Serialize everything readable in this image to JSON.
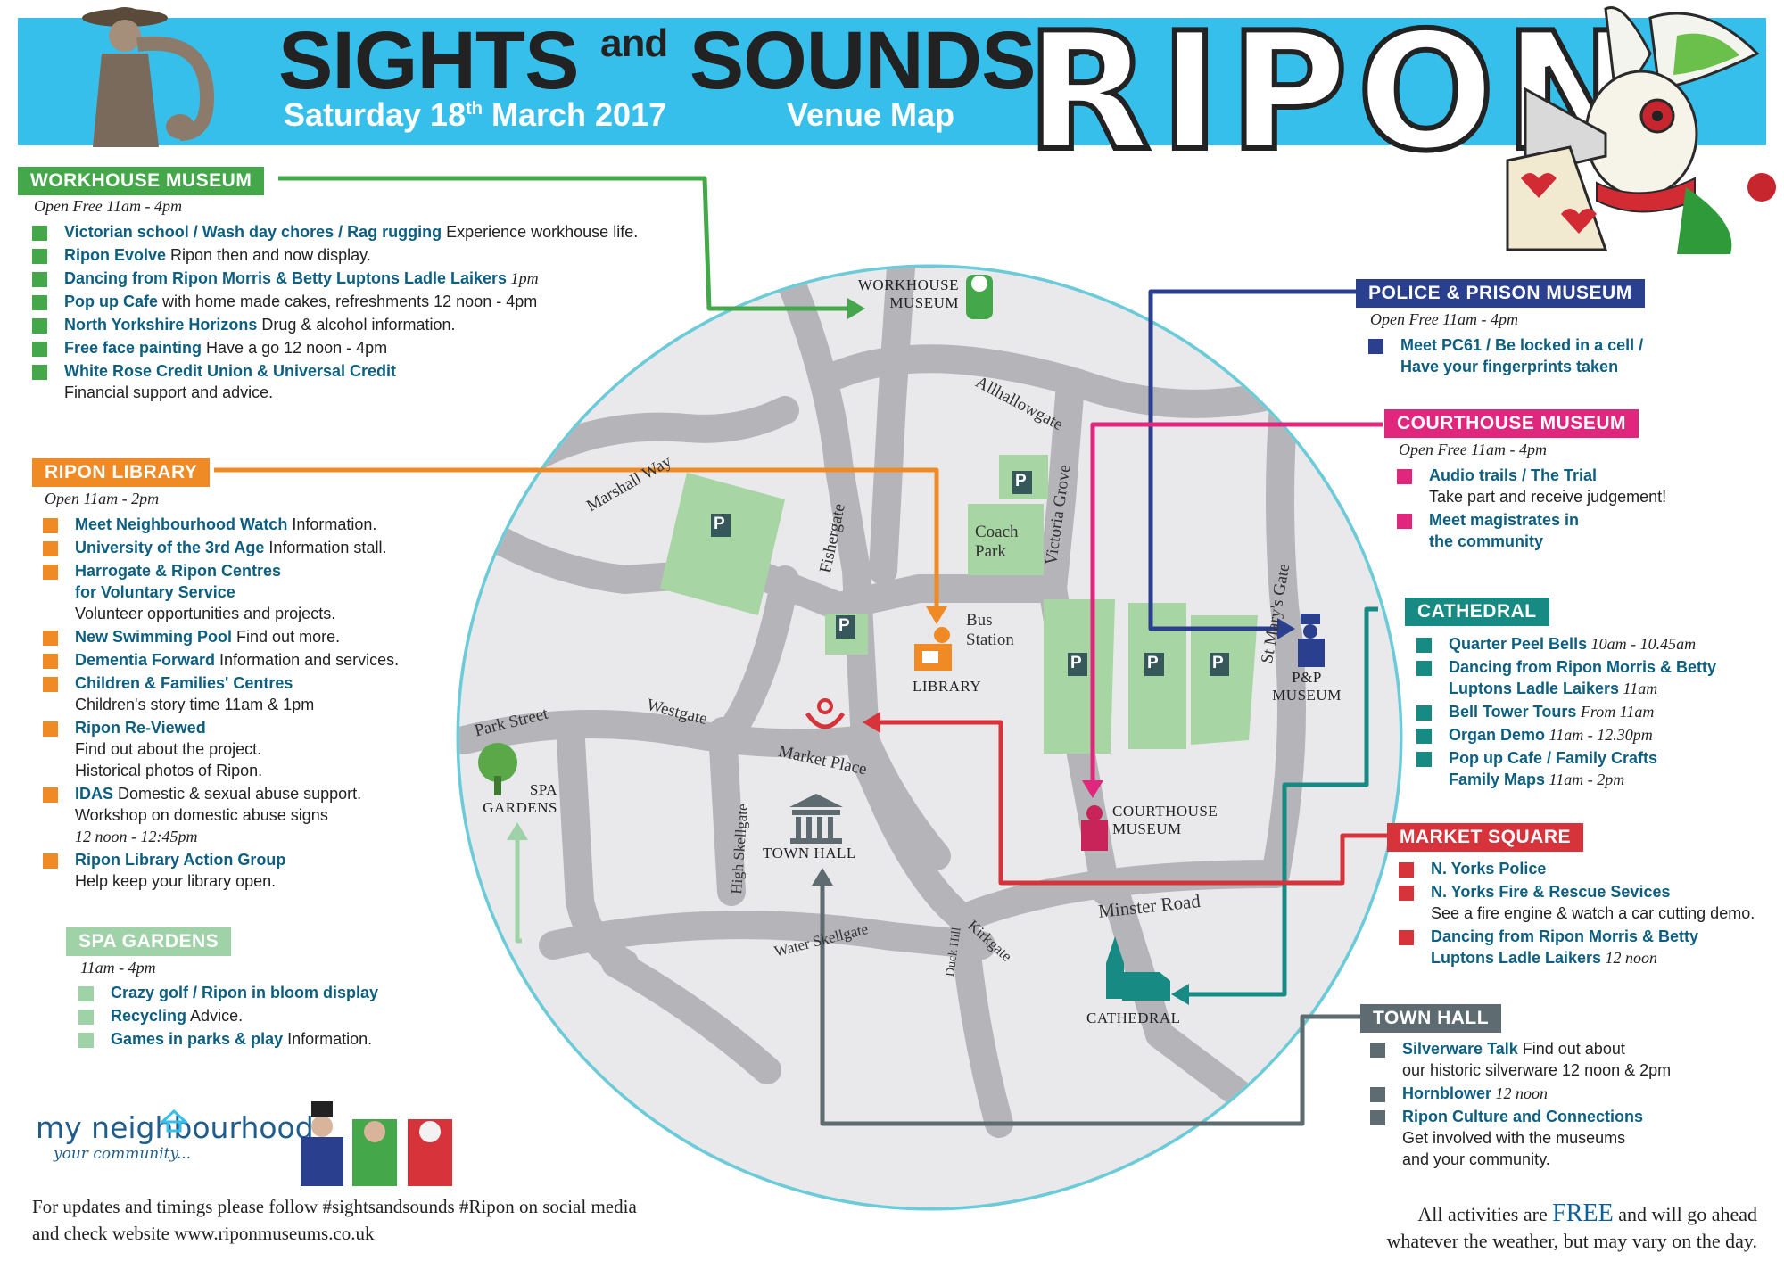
{
  "header": {
    "title_part1": "SIGHTS",
    "title_and": "and",
    "title_part2": "SOUNDS",
    "title_of": "OF",
    "title_place": "RIPON",
    "date_prefix": "Saturday 18",
    "date_sup": "th",
    "date_suffix": " March 2017",
    "subtitle": "Venue Map"
  },
  "colors": {
    "banner": "#37bfec",
    "workhouse": "#44a84a",
    "library": "#f08a24",
    "police": "#2b3f8f",
    "courthouse": "#e0267d",
    "cathedral": "#178a84",
    "market": "#d6333b",
    "townhall": "#5e6b70",
    "spa": "#9fd3a7",
    "map_ring": "#6ccbd8",
    "road": "#b5b5b9",
    "park": "#a8d5a4",
    "link": "#0d5f82"
  },
  "sections": {
    "workhouse": {
      "title": "WORKHOUSE MUSEUM",
      "meta": "Open  Free  11am - 4pm",
      "items": [
        {
          "b": "Victorian school / Wash day chores / Rag rugging",
          "d": " Experience workhouse life."
        },
        {
          "b": "Ripon Evolve",
          "d": "  Ripon then and now display."
        },
        {
          "b": "Dancing from Ripon Morris & Betty Luptons Ladle Laikers",
          "d": "  1pm"
        },
        {
          "b": "Pop up Cafe",
          "d": "  with home made cakes, refreshments  12 noon - 4pm"
        },
        {
          "b": "North Yorkshire Horizons",
          "d": "  Drug & alcohol information."
        },
        {
          "b": "Free face painting",
          "d": "  Have a go  12 noon  - 4pm"
        },
        {
          "b": "White Rose Credit Union & Universal Credit",
          "d2": "Financial support and advice."
        }
      ]
    },
    "library": {
      "title": "RIPON LIBRARY",
      "meta": "Open  11am - 2pm",
      "items": [
        {
          "b": "Meet Neighbourhood Watch",
          "d": "  Information."
        },
        {
          "b": "University of the 3rd Age",
          "d": "  Information stall."
        },
        {
          "b": "Harrogate & Ripon Centres",
          "b2": "for Voluntary Service",
          "d2": "Volunteer opportunities and projects."
        },
        {
          "b": "New Swimming Pool",
          "d": "  Find out more."
        },
        {
          "b": "Dementia Forward",
          "d": "  Information and services."
        },
        {
          "b": "Children & Families' Centres",
          "d2": "Children's story time  11am & 1pm"
        },
        {
          "b": "Ripon Re-Viewed",
          "d2": "Find out about the project.",
          "d3": "Historical photos of Ripon."
        },
        {
          "b": "IDAS",
          "d": "  Domestic & sexual abuse support.",
          "d2": "Workshop on domestic abuse signs",
          "d3": "12 noon - 12:45pm"
        },
        {
          "b": "Ripon Library Action Group",
          "d2": "Help keep your library open."
        }
      ]
    },
    "spa": {
      "title": "SPA GARDENS",
      "meta": "11am - 4pm",
      "items": [
        {
          "b": "Crazy golf / Ripon in bloom display"
        },
        {
          "b": "Recycling",
          "d": "  Advice."
        },
        {
          "b": "Games in parks & play",
          "d": " Information."
        }
      ]
    },
    "police": {
      "title": "POLICE & PRISON MUSEUM",
      "meta": "Open  Free  11am - 4pm",
      "items": [
        {
          "b": "Meet PC61 / Be locked in a cell /",
          "b2": "Have your fingerprints taken"
        }
      ]
    },
    "courthouse": {
      "title": "COURTHOUSE MUSEUM",
      "meta": "Open  Free  11am - 4pm",
      "items": [
        {
          "b": "Audio trails / The Trial",
          "d2": "Take part and receive judgement!"
        },
        {
          "b": "Meet magistrates in",
          "b2": "the community"
        }
      ]
    },
    "cathedral": {
      "title": "CATHEDRAL",
      "items": [
        {
          "b": "Quarter Peel Bells",
          "d": "  10am - 10.45am"
        },
        {
          "b": "Dancing from Ripon Morris & Betty",
          "b2": "Luptons Ladle Laikers",
          "d2i": "  11am"
        },
        {
          "b": "Bell Tower Tours",
          "d": "  From 11am"
        },
        {
          "b": "Organ Demo",
          "d": "  11am - 12.30pm"
        },
        {
          "b": "Pop up Cafe / Family Crafts",
          "b2": "Family Maps",
          "d2i": "  11am - 2pm"
        }
      ]
    },
    "market": {
      "title": "MARKET SQUARE",
      "items": [
        {
          "b": "N. Yorks Police"
        },
        {
          "b": "N. Yorks Fire & Rescue Sevices",
          "d2": "See a fire engine & watch a car cutting demo."
        },
        {
          "b": "Dancing from Ripon Morris & Betty",
          "b2": "Luptons Ladle Laikers",
          "d2i": "  12 noon"
        }
      ]
    },
    "townhall": {
      "title": "TOWN HALL",
      "items": [
        {
          "b": "Silverware Talk",
          "d": "  Find out about",
          "d2": "our historic silverware  12 noon & 2pm"
        },
        {
          "b": "Hornblower",
          "d": "  12 noon"
        },
        {
          "b": "Ripon Culture and Connections",
          "d2": "Get involved with the museums",
          "d3": "and your community."
        }
      ]
    }
  },
  "map": {
    "labels": {
      "workhouse": "WORKHOUSE",
      "workhouse2": "MUSEUM",
      "library": "LIBRARY",
      "pp": "P&P",
      "pp2": "MUSEUM",
      "courthouse": "COURTHOUSE",
      "courthouse2": "MUSEUM",
      "townhall": "TOWN HALL",
      "cathedral": "CATHEDRAL",
      "spa": "SPA",
      "spa2": "GARDENS",
      "coach": "Coach",
      "coach2": "Park",
      "bus": "Bus",
      "bus2": "Station",
      "parking": "P"
    },
    "streets": {
      "allhallowgate": "Allhallowgate",
      "marshall": "Marshall Way",
      "fishergate": "Fishergate",
      "victoria": "Victoria Grove",
      "stmarys": "St Mary's Gate",
      "park": "Park Street",
      "westgate": "Westgate",
      "market": "Market Place",
      "highskell": "High Skellgate",
      "water": "Water Skellgate",
      "duckhill": "Duck Hill",
      "kirkgate": "Kirkgate",
      "minster": "Minster Road"
    }
  },
  "footer": {
    "logo_main": "my neighbourhood",
    "logo_sub": "your community...",
    "updates1": "For updates and timings please follow #sightsandsounds #Ripon on social media",
    "updates2": "and check website www.riponmuseums.co.uk",
    "free_pre": "All activities are ",
    "free_word": "FREE",
    "free_post": " and will go ahead",
    "free_line2": "whatever the weather, but may vary on the day."
  }
}
